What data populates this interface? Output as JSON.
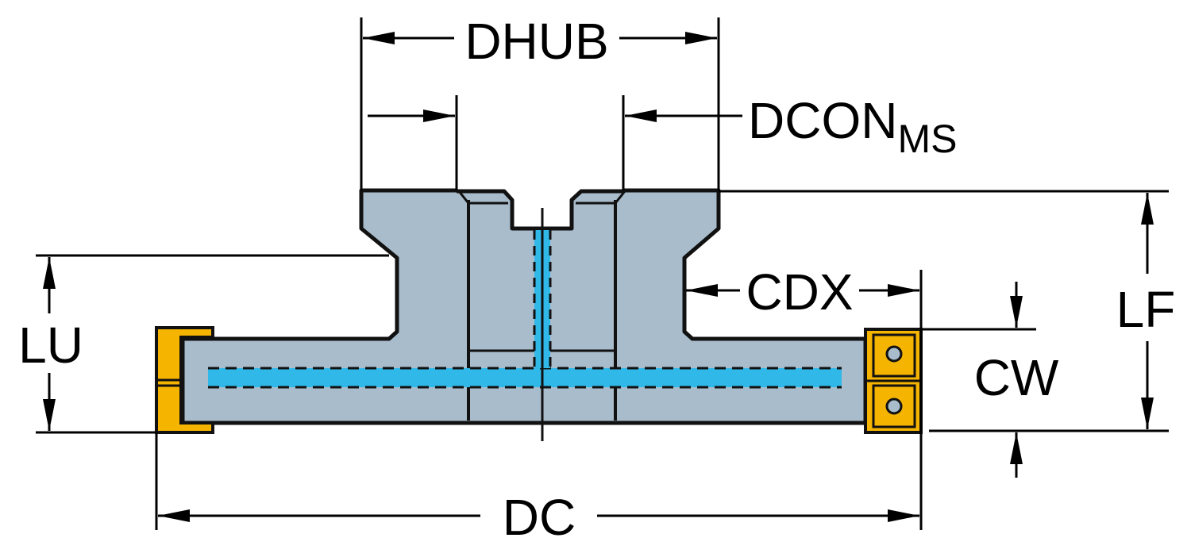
{
  "labels": {
    "dhub": "DHUB",
    "dcon_main": "DCON",
    "dcon_sub": "MS",
    "cdx": "CDX",
    "lf": "LF",
    "lu": "LU",
    "cw": "CW",
    "dc": "DC"
  },
  "colors": {
    "body": "#a9bccb",
    "coolant": "#2fb8e8",
    "insert": "#f5b400",
    "outline": "#111111"
  }
}
